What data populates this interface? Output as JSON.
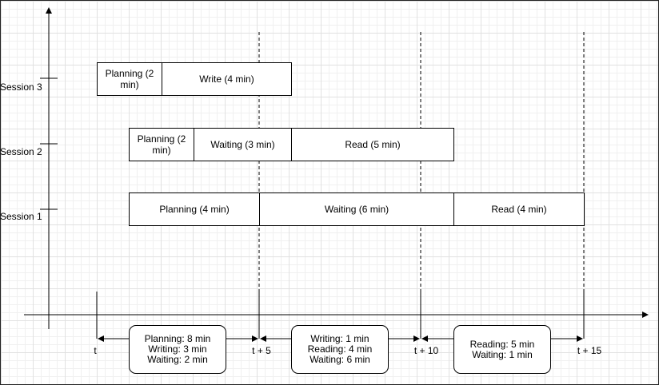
{
  "sessions": {
    "s3": {
      "label": "Session 3",
      "planning": "Planning (2 min)",
      "write": "Write (4 min)"
    },
    "s2": {
      "label": "Session 2",
      "planning": "Planning (2 min)",
      "waiting": "Waiting (3 min)",
      "read": "Read (5 min)"
    },
    "s1": {
      "label": "Session 1",
      "planning": "Planning (4 min)",
      "waiting": "Waiting (6 min)",
      "read": "Read (4 min)"
    }
  },
  "ticks": {
    "t0": "t",
    "t5": "t + 5",
    "t10": "t + 10",
    "t15": "t + 15"
  },
  "summaries": {
    "a": {
      "l1": "Planning: 8 min",
      "l2": "Writing: 3 min",
      "l3": "Waiting: 2 min"
    },
    "b": {
      "l1": "Writing: 1 min",
      "l2": "Reading: 4 min",
      "l3": "Waiting: 6 min"
    },
    "c": {
      "l1": "Reading: 5 min",
      "l2": "Waiting: 1 min"
    }
  }
}
